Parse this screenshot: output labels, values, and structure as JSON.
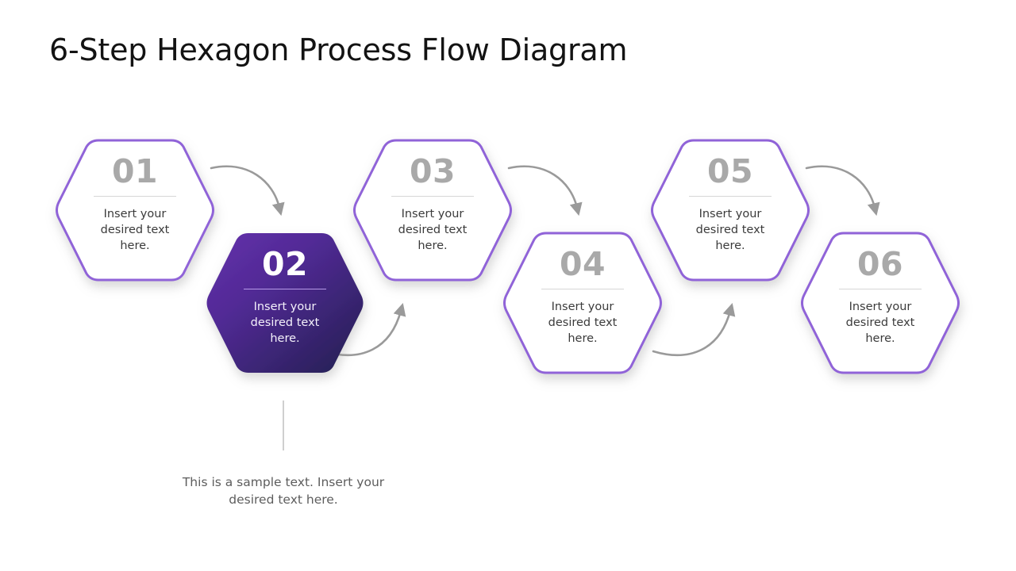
{
  "title": "6-Step Hexagon Process Flow Diagram",
  "colors": {
    "hex_border": "#9063d8",
    "hex_fill": "#ffffff",
    "active_gradient_from": "#5f2fa4",
    "active_gradient_to": "#262057",
    "number_gray": "#a9a9a9",
    "divider_gray": "#d6d6d6",
    "body_text": "#3b3b3b",
    "arrow_gray": "#9a9a9a",
    "title_color": "#131313",
    "caption_color": "#5d5d5d"
  },
  "steps": [
    {
      "number": "01",
      "text": "Insert your desired text here.",
      "active": "false",
      "row": "top"
    },
    {
      "number": "02",
      "text": "Insert your desired text here.",
      "active": "true",
      "row": "bottom"
    },
    {
      "number": "03",
      "text": "Insert your desired text here.",
      "active": "false",
      "row": "top"
    },
    {
      "number": "04",
      "text": "Insert your desired text here.",
      "active": "false",
      "row": "bottom"
    },
    {
      "number": "05",
      "text": "Insert your desired text here.",
      "active": "false",
      "row": "top"
    },
    {
      "number": "06",
      "text": "Insert your desired text here.",
      "active": "false",
      "row": "bottom"
    }
  ],
  "caption": {
    "text": "This is a sample text. Insert your desired text here."
  },
  "arrows": [
    {
      "name": "arrow-01-to-02",
      "direction": "down-right"
    },
    {
      "name": "arrow-02-to-03",
      "direction": "up-right"
    },
    {
      "name": "arrow-03-to-04",
      "direction": "down-right"
    },
    {
      "name": "arrow-04-to-05",
      "direction": "up-right"
    },
    {
      "name": "arrow-05-to-06",
      "direction": "down-right"
    }
  ]
}
